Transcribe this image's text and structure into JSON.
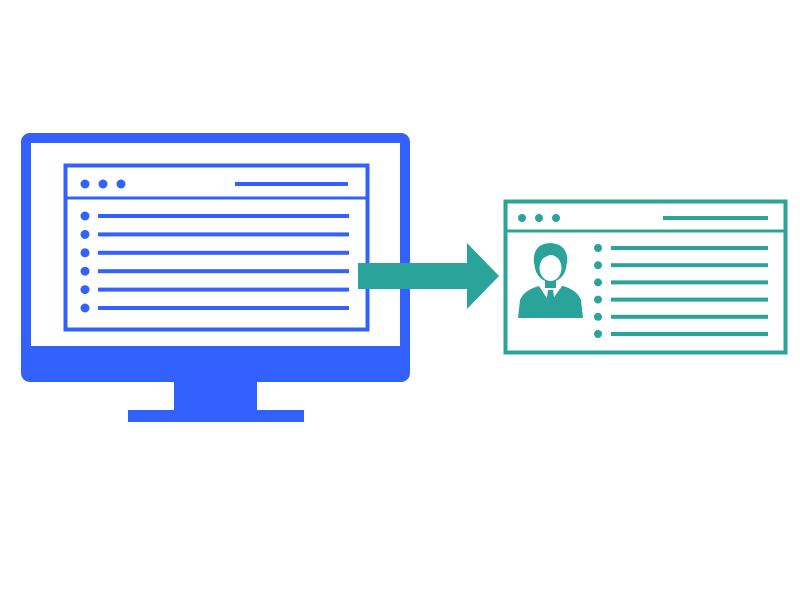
{
  "colors": {
    "monitor": "#3361FF",
    "card": "#2AA39B",
    "background": "#FFFFFF"
  },
  "monitor": {
    "icon": "desktop-monitor-icon",
    "window": {
      "control_dots": 3,
      "list_rows": 6
    }
  },
  "arrow": {
    "icon": "arrow-right-icon"
  },
  "profile_card": {
    "icon": "profile-card-icon",
    "control_dots": 3,
    "avatar_icon": "businessman-avatar-icon",
    "list_rows": 6
  }
}
